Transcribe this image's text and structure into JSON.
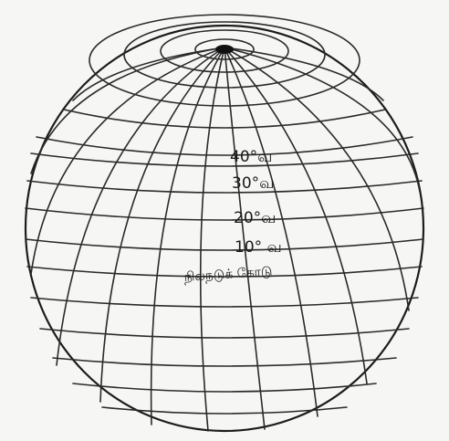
{
  "diagram": {
    "labels": {
      "lat40": "40°வ",
      "lat30": "30°வ",
      "lat20": "20°வ",
      "lat10": "10° வ",
      "equator": "நிலநடுக் கோடு"
    }
  }
}
